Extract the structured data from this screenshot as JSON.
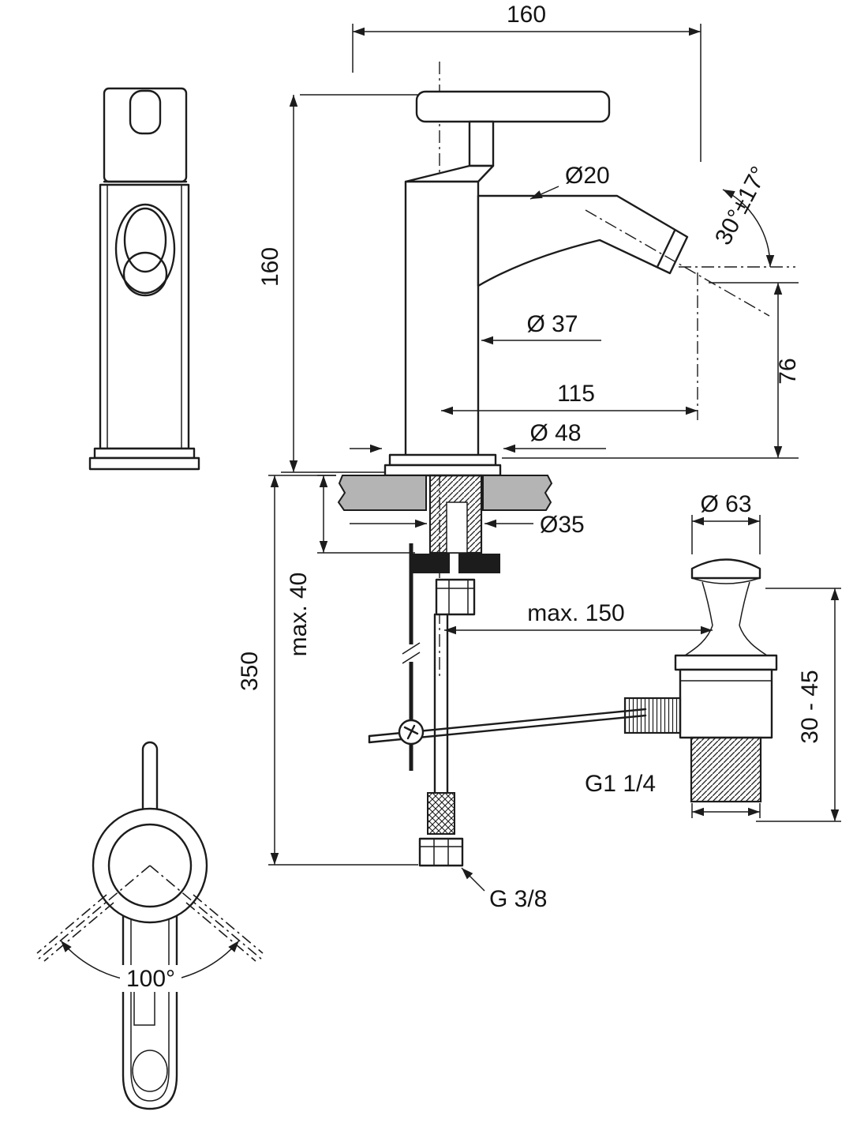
{
  "meta": {
    "drawing_type": "technical dimensional drawing",
    "subject": "single-lever bidet mixer with pop-up waste"
  },
  "labels": {
    "width_overall": "160",
    "height_body": "160",
    "spout_od": "Ø20",
    "spout_angle": "30°±17°",
    "body_od": "Ø 37",
    "outlet_height": "76",
    "spout_reach": "115",
    "base_od": "Ø 48",
    "waste_cap_od": "Ø 63",
    "hole_od": "Ø35",
    "deck_max": "max. 40",
    "rod_reach_max": "max. 150",
    "overall_height": "350",
    "waste_height_range": "30 - 45",
    "waste_thread": "G1 1/4",
    "supply_thread": "G 3/8",
    "handle_swivel": "100°"
  },
  "colors": {
    "line": "#1c1c1c",
    "deck_fill": "#b4b4b4",
    "knob_fill": "#bdbdbd"
  }
}
